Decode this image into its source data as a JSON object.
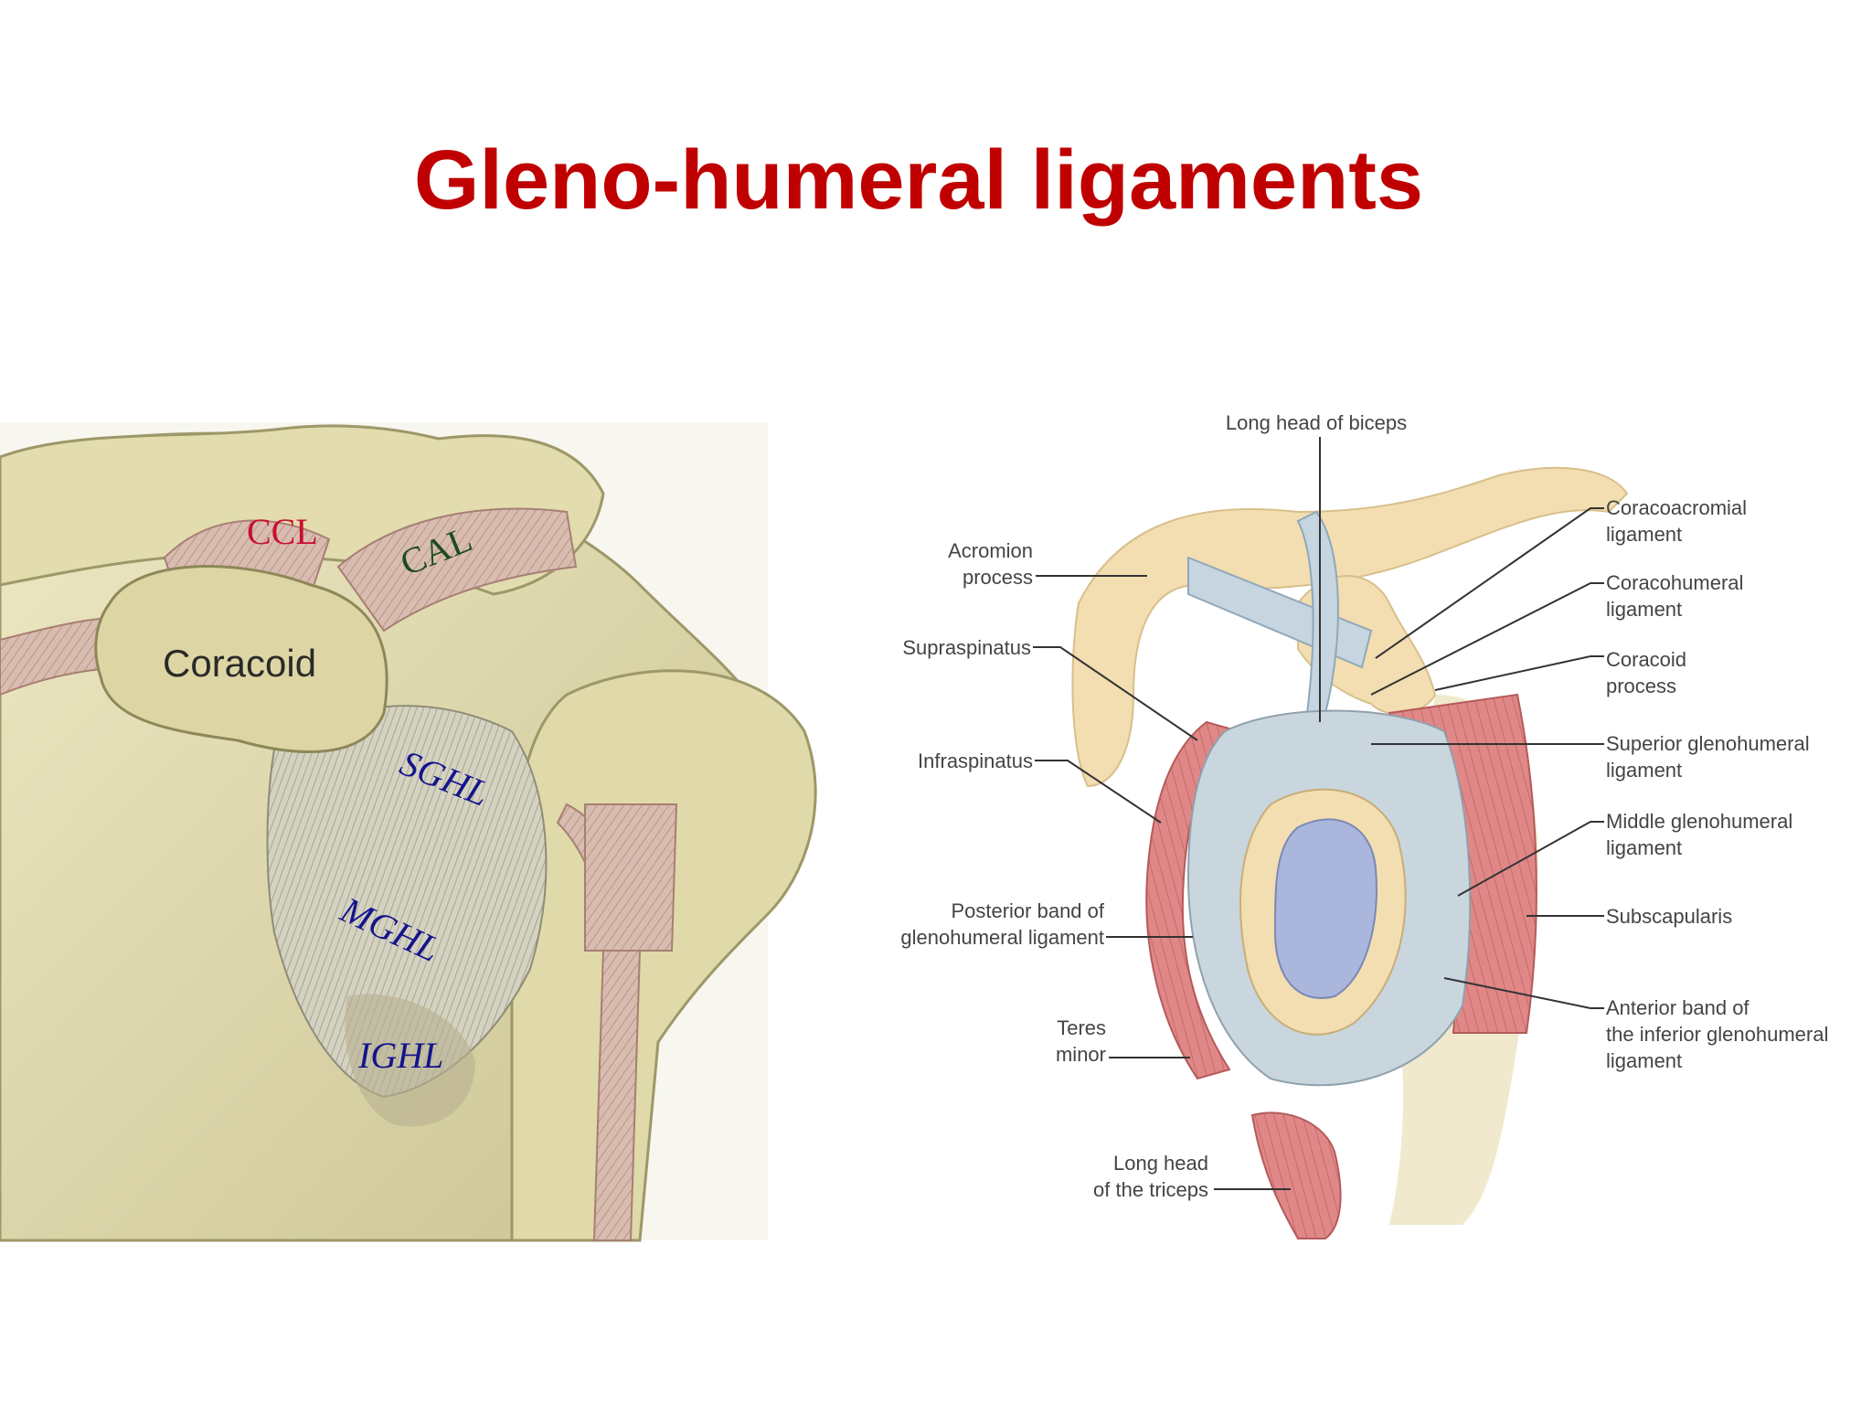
{
  "title": "Gleno-humeral ligaments",
  "colors": {
    "title": "#c00000",
    "bone": "#e5dfb6",
    "ligament_fibers": "#d7b9ae",
    "muscle": "#dc7b7b",
    "capsule": "#c3d2dc",
    "label_red": "#c8102e",
    "label_green": "#1b4d1b",
    "label_blue": "#14148c"
  },
  "left_figure": {
    "labels": {
      "ccl": "CCL",
      "cal": "CAL",
      "coracoid": "Coracoid",
      "sghl": "SGHL",
      "mghl": "MGHL",
      "ighl": "IGHL"
    }
  },
  "right_figure": {
    "labels": {
      "biceps": "Long head of biceps",
      "acromion_1": "Acromion",
      "acromion_2": "process",
      "supraspinatus": "Supraspinatus",
      "infraspinatus": "Infraspinatus",
      "posterior_band_1": "Posterior band of",
      "posterior_band_2": "glenohumeral ligament",
      "teres_1": "Teres",
      "teres_2": "minor",
      "triceps_1": "Long head",
      "triceps_2": "of the triceps",
      "coracoacromial_1": "Coracoacromial",
      "coracoacromial_2": "ligament",
      "coracohumeral_1": "Coracohumeral",
      "coracohumeral_2": "ligament",
      "coracoid_process_1": "Coracoid",
      "coracoid_process_2": "process",
      "sgl_1": "Superior glenohumeral",
      "sgl_2": "ligament",
      "mgl_1": "Middle glenohumeral",
      "mgl_2": "ligament",
      "subscapularis": "Subscapularis",
      "anterior_band_1": "Anterior band of",
      "anterior_band_2": "the inferior glenohumeral",
      "anterior_band_3": "ligament"
    }
  }
}
